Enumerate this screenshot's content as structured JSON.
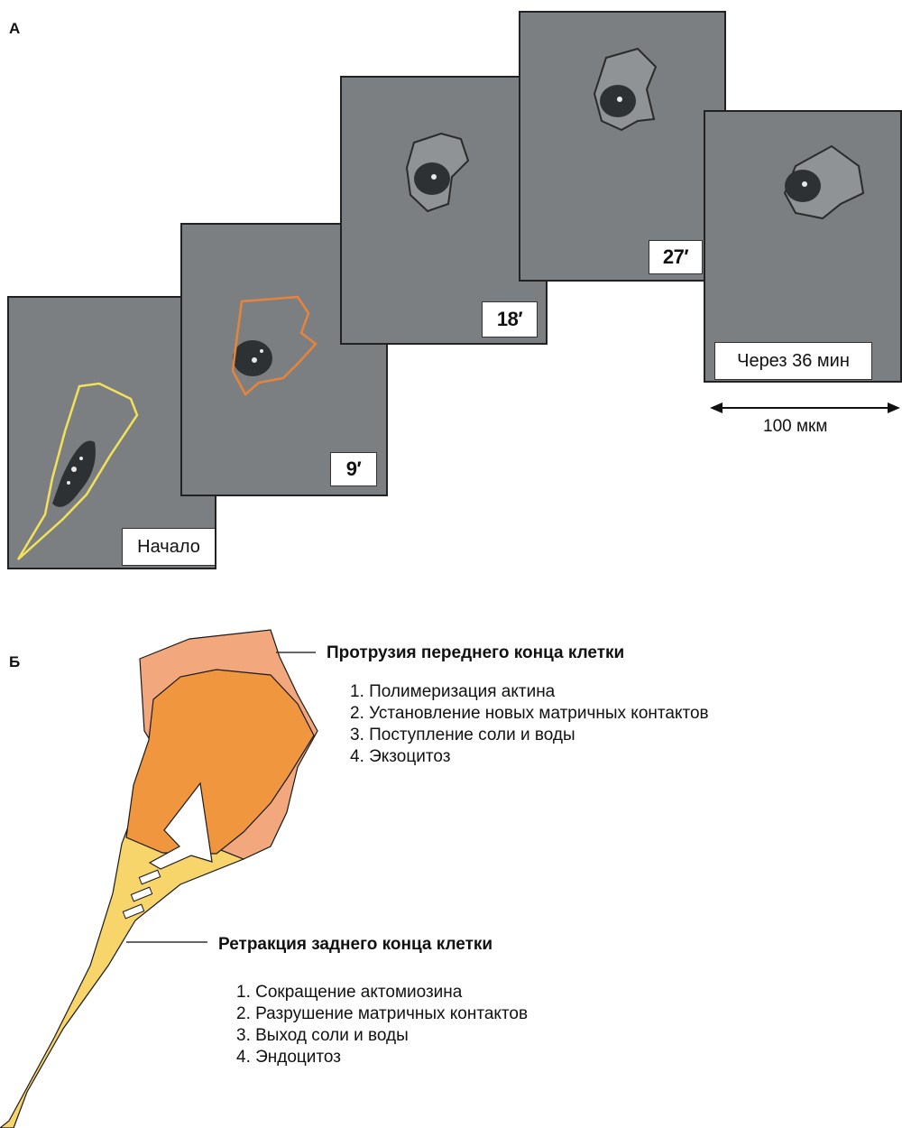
{
  "panel_a": {
    "letter": "А",
    "frames": [
      {
        "id": "start",
        "label": "Начало"
      },
      {
        "id": "t9",
        "label": "9′"
      },
      {
        "id": "t18",
        "label": "18′"
      },
      {
        "id": "t27",
        "label": "27′"
      },
      {
        "id": "t36",
        "label": "Через 36 мин"
      }
    ],
    "scale_bar": "100 мкм",
    "outline_colors": {
      "start": "#f2e15a",
      "t9": "#e8843a"
    }
  },
  "panel_b": {
    "letter": "Б",
    "protrusion": {
      "title": "Протрузия переднего конца клетки",
      "steps": [
        "1. Полимеризация актина",
        "2. Установление новых матричных контактов",
        "3. Поступление соли и воды",
        "4. Экзоцитоз"
      ]
    },
    "retraction": {
      "title": "Ретракция заднего конца клетки",
      "steps": [
        "1. Сокращение актомиозина",
        "2. Разрушение матричных контактов",
        "3. Выход соли и воды",
        "4. Эндоцитоз"
      ]
    },
    "colors": {
      "rear": "#f7d56a",
      "front": "#f0963e",
      "front_new": "#f2a77c"
    }
  }
}
